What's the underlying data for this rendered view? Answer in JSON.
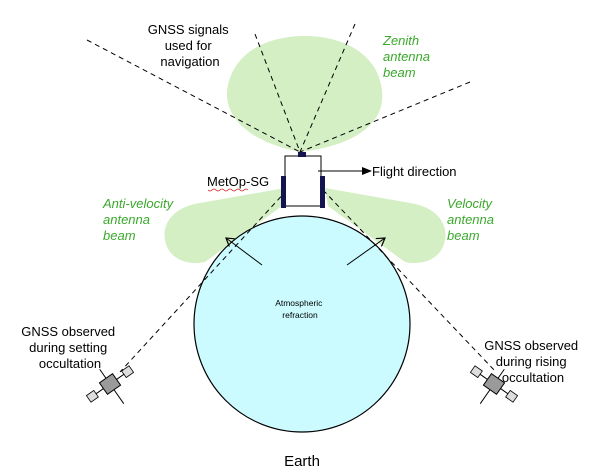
{
  "labels": {
    "gnss_nav": [
      "GNSS signals",
      "used for",
      "navigation"
    ],
    "zenith": [
      "Zenith",
      "antenna",
      "beam"
    ],
    "satellite": "MetOp-SG",
    "flight": "Flight direction",
    "anti_velocity": [
      "Anti-velocity",
      "antenna",
      "beam"
    ],
    "velocity": [
      "Velocity",
      "antenna",
      "beam"
    ],
    "refraction": [
      "Atmospheric",
      "refraction"
    ],
    "setting": [
      "GNSS observed",
      "during setting",
      "occultation"
    ],
    "rising": [
      "GNSS observed",
      "during rising",
      "occultation"
    ],
    "earth": "Earth"
  },
  "colors": {
    "beam_fill": "#d5efc4",
    "earth_fill": "#ccfbff",
    "label_green": "#3aa82b",
    "panel_navy": "#141450"
  },
  "icons": [
    "satellite-icon",
    "gnss-satellite-icon"
  ]
}
